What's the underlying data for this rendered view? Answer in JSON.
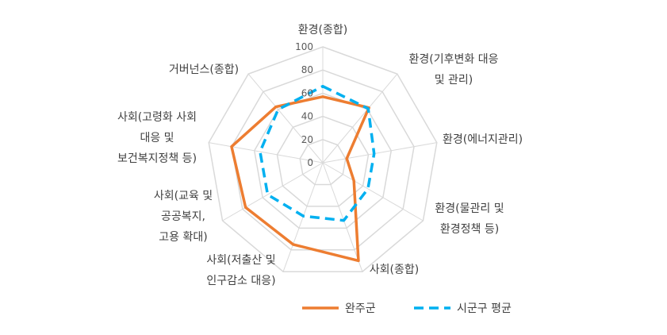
{
  "chart_data": {
    "type": "radar",
    "categories": [
      [
        "환경(종합)"
      ],
      [
        "환경(기후변화 대응",
        "및 관리)"
      ],
      [
        "환경(에너지관리)"
      ],
      [
        "환경(물관리 및",
        "환경정책 등)"
      ],
      [
        "사회(종합)"
      ],
      [
        "사회(저출산 및",
        "인구감소 대응)"
      ],
      [
        "사회(교육 및",
        "공공복지,",
        "고용 확대)"
      ],
      [
        "사회(고령화 사회",
        "대응 및",
        "보건복지정책 등)"
      ],
      [
        "거버넌스(종합)"
      ]
    ],
    "rlim": [
      0,
      100
    ],
    "ticks": [
      "0",
      "20",
      "40",
      "60",
      "80",
      "100"
    ],
    "tick_values": [
      0,
      20,
      40,
      60,
      80,
      100
    ],
    "grid": true,
    "legend_position": "bottom",
    "series": [
      {
        "name": "완주군",
        "color": "#ED7D31",
        "style": "solid",
        "values": [
          57,
          62,
          21,
          31,
          90,
          75,
          77,
          80,
          63
        ]
      },
      {
        "name": "시군구 평균",
        "color": "#00B0F0",
        "style": "dashed",
        "values": [
          66,
          61,
          45,
          45,
          53,
          49,
          55,
          55,
          60
        ]
      }
    ]
  }
}
